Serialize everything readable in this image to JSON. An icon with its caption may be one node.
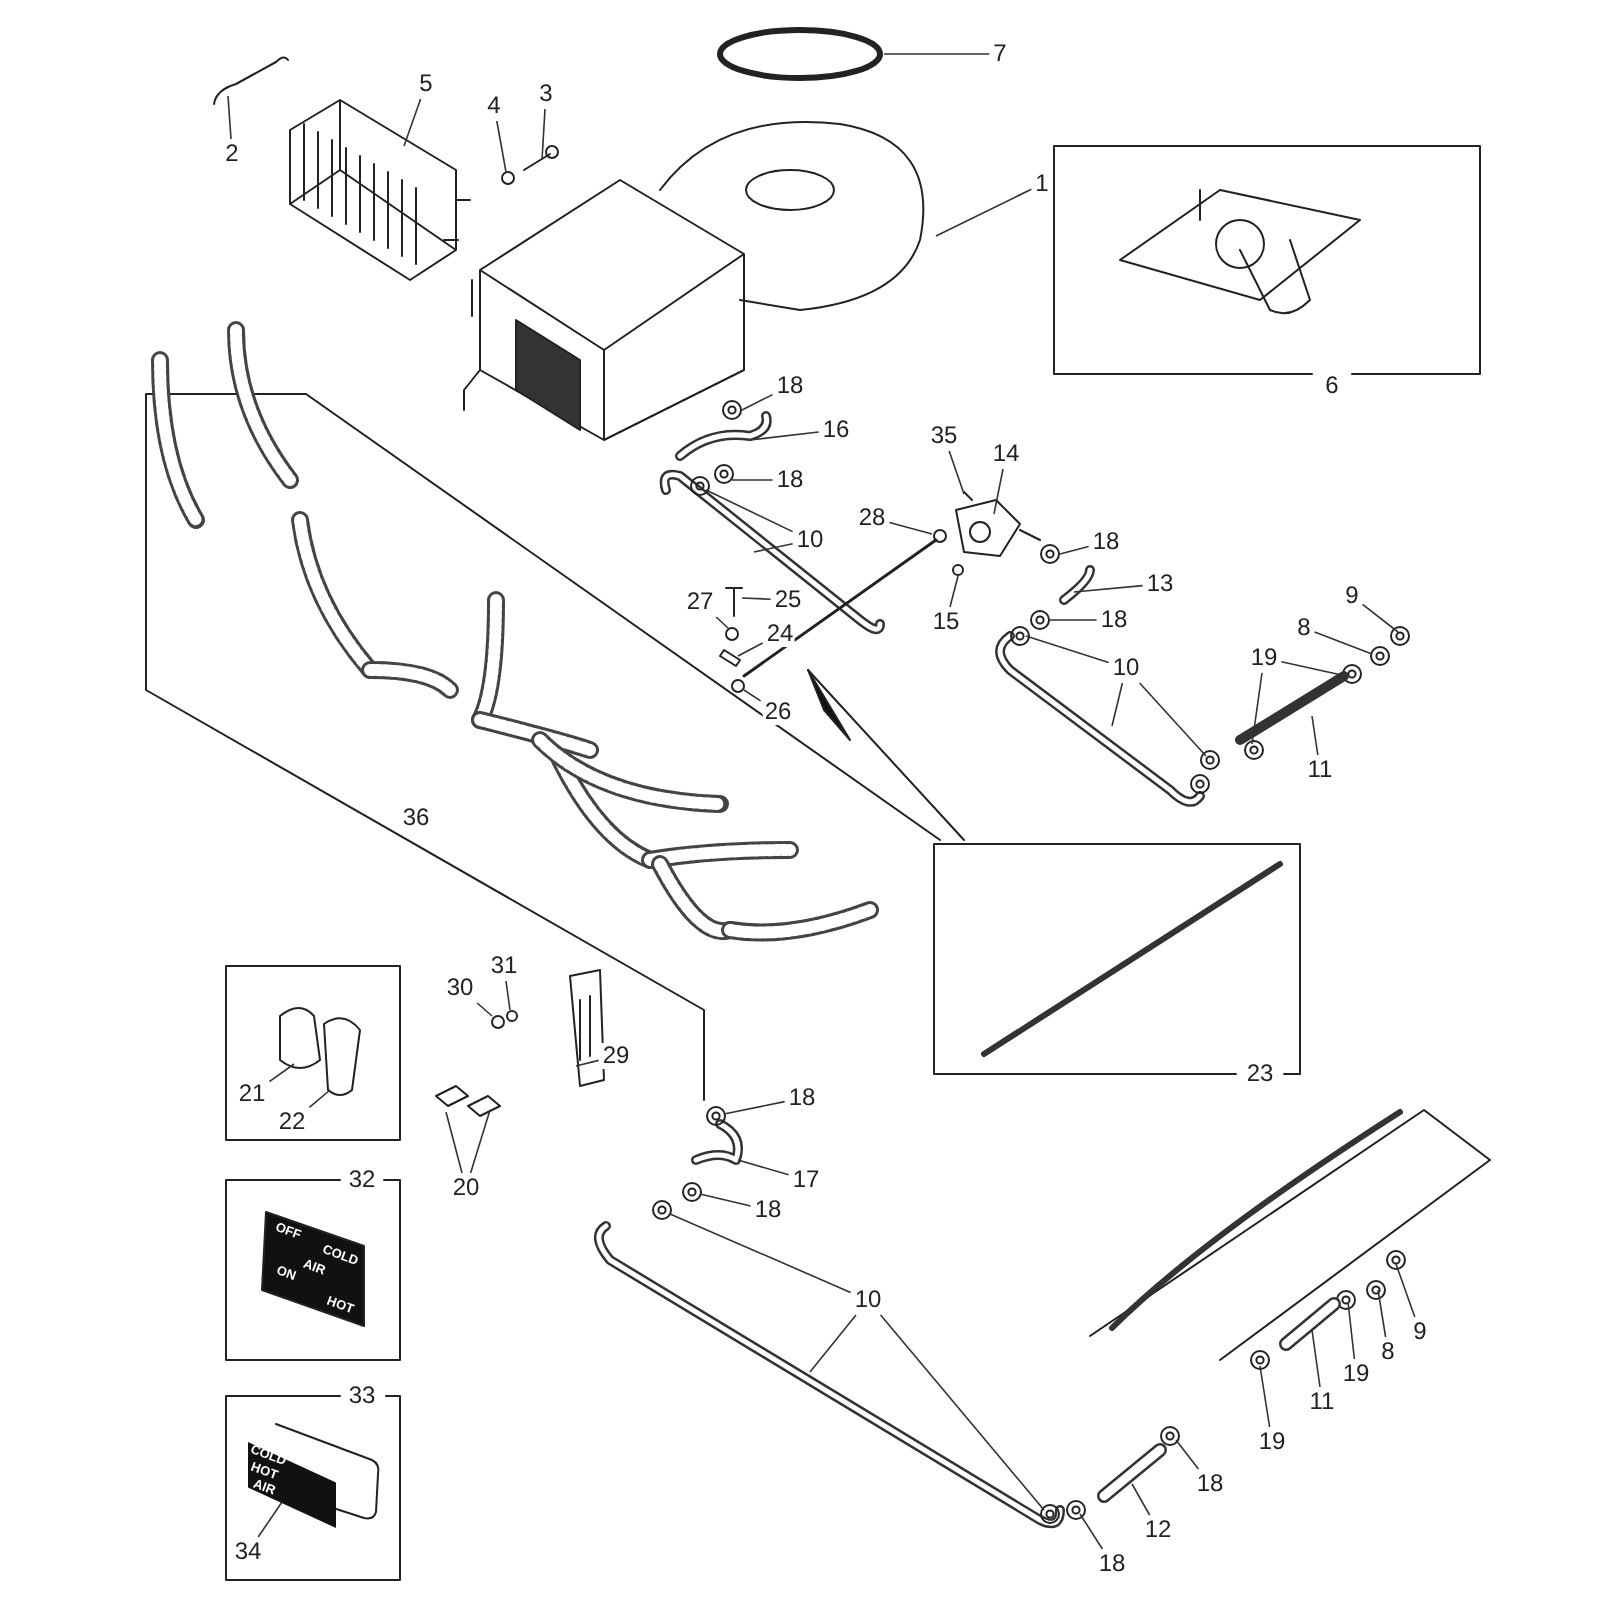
{
  "diagram": {
    "nodes": [
      {
        "text": [
          "1"
        ]
      },
      {
        "text": [
          "7"
        ]
      },
      {
        "text": [
          "5"
        ]
      },
      {
        "text": [
          "4"
        ]
      },
      {
        "text": [
          "3"
        ]
      },
      {
        "text": [
          "2"
        ]
      },
      {
        "text": [
          "6"
        ]
      },
      {
        "text": [
          "18"
        ]
      },
      {
        "text": [
          "16"
        ]
      },
      {
        "text": [
          "18"
        ]
      },
      {
        "text": [
          "10"
        ]
      },
      {
        "text": [
          "35"
        ]
      },
      {
        "text": [
          "14"
        ]
      },
      {
        "text": [
          "28"
        ]
      },
      {
        "text": [
          "18"
        ]
      },
      {
        "text": [
          "25"
        ]
      },
      {
        "text": [
          "27"
        ]
      },
      {
        "text": [
          "24"
        ]
      },
      {
        "text": [
          "15"
        ]
      },
      {
        "text": [
          "13"
        ]
      },
      {
        "text": [
          "18"
        ]
      },
      {
        "text": [
          "26"
        ]
      },
      {
        "text": [
          "9"
        ]
      },
      {
        "text": [
          "8"
        ]
      },
      {
        "text": [
          "19"
        ]
      },
      {
        "text": [
          "10"
        ]
      },
      {
        "text": [
          "11"
        ]
      },
      {
        "text": [
          "36"
        ]
      },
      {
        "text": [
          "23"
        ]
      },
      {
        "text": [
          "31"
        ]
      },
      {
        "text": [
          "30"
        ]
      },
      {
        "text": [
          "29"
        ]
      },
      {
        "text": [
          "21"
        ]
      },
      {
        "text": [
          "22"
        ]
      },
      {
        "text": [
          "20"
        ]
      },
      {
        "text": [
          "32"
        ]
      },
      {
        "text": [
          "33"
        ]
      },
      {
        "text": [
          "34"
        ]
      },
      {
        "text": [
          "18"
        ]
      },
      {
        "text": [
          "17"
        ]
      },
      {
        "text": [
          "18"
        ]
      },
      {
        "text": [
          "10"
        ]
      },
      {
        "text": [
          "18"
        ]
      },
      {
        "text": [
          "12"
        ]
      },
      {
        "text": [
          "18"
        ]
      },
      {
        "text": [
          "19"
        ]
      },
      {
        "text": [
          "11"
        ]
      },
      {
        "text": [
          "19"
        ]
      },
      {
        "text": [
          "8"
        ]
      },
      {
        "text": [
          "9"
        ]
      },
      {
        "text": [],
        "shape": "box"
      }
    ],
    "edges": [
      {
        "from": 0,
        "to": null,
        "arrow": "none"
      },
      {
        "from": 1,
        "to": null,
        "arrow": "none"
      },
      {
        "from": 2,
        "to": null,
        "arrow": "none"
      },
      {
        "from": 3,
        "to": null,
        "arrow": "none"
      },
      {
        "from": 4,
        "to": null,
        "arrow": "none"
      },
      {
        "from": 5,
        "to": null,
        "arrow": "none"
      },
      {
        "from": 7,
        "to": null,
        "arrow": "none"
      },
      {
        "from": 8,
        "to": null,
        "arrow": "none"
      },
      {
        "from": 9,
        "to": null,
        "arrow": "none"
      },
      {
        "from": 10,
        "to": null,
        "arrow": "none"
      },
      {
        "from": 10,
        "to": null,
        "arrow": "none"
      },
      {
        "from": 11,
        "to": null,
        "arrow": "none"
      },
      {
        "from": 12,
        "to": null,
        "arrow": "none"
      },
      {
        "from": 13,
        "to": null,
        "arrow": "none"
      },
      {
        "from": 14,
        "to": null,
        "arrow": "none"
      },
      {
        "from": 15,
        "to": null,
        "arrow": "none"
      },
      {
        "from": 16,
        "to": null,
        "arrow": "none"
      },
      {
        "from": 17,
        "to": null,
        "arrow": "none"
      },
      {
        "from": 18,
        "to": null,
        "arrow": "none"
      },
      {
        "from": 19,
        "to": null,
        "arrow": "none"
      },
      {
        "from": 20,
        "to": null,
        "arrow": "none"
      },
      {
        "from": 21,
        "to": null,
        "arrow": "none"
      },
      {
        "from": 22,
        "to": null,
        "arrow": "none"
      },
      {
        "from": 23,
        "to": null,
        "arrow": "none"
      },
      {
        "from": 24,
        "to": null,
        "arrow": "none"
      },
      {
        "from": 24,
        "to": null,
        "arrow": "none"
      },
      {
        "from": 25,
        "to": null,
        "arrow": "none"
      },
      {
        "from": 25,
        "to": null,
        "arrow": "none"
      },
      {
        "from": 25,
        "to": null,
        "arrow": "none"
      },
      {
        "from": 26,
        "to": null,
        "arrow": "none"
      },
      {
        "from": 29,
        "to": null,
        "arrow": "none"
      },
      {
        "from": 30,
        "to": null,
        "arrow": "none"
      },
      {
        "from": 31,
        "to": null,
        "arrow": "none"
      },
      {
        "from": 32,
        "to": null,
        "arrow": "none"
      },
      {
        "from": 33,
        "to": null,
        "arrow": "none"
      },
      {
        "from": 34,
        "to": null,
        "arrow": "none"
      },
      {
        "from": 34,
        "to": null,
        "arrow": "none"
      },
      {
        "from": 37,
        "to": 50,
        "arrow": "none"
      },
      {
        "from": 38,
        "to": null,
        "arrow": "none"
      },
      {
        "from": 39,
        "to": null,
        "arrow": "none"
      },
      {
        "from": 40,
        "to": null,
        "arrow": "none"
      },
      {
        "from": 41,
        "to": null,
        "arrow": "none"
      },
      {
        "from": 41,
        "to": null,
        "arrow": "none"
      },
      {
        "from": 41,
        "to": null,
        "arrow": "none"
      },
      {
        "from": 42,
        "to": null,
        "arrow": "none"
      },
      {
        "from": 43,
        "to": null,
        "arrow": "none"
      },
      {
        "from": 44,
        "to": null,
        "arrow": "none"
      },
      {
        "from": 45,
        "to": null,
        "arrow": "none"
      },
      {
        "from": 46,
        "to": null,
        "arrow": "none"
      },
      {
        "from": 47,
        "to": null,
        "arrow": "none"
      },
      {
        "from": 48,
        "to": null,
        "arrow": "none"
      },
      {
        "from": 49,
        "to": null,
        "arrow": "none"
      }
    ],
    "labels": [
      "OFF",
      "COLD",
      "AIR",
      "ON",
      "HOT",
      "COLD",
      "HOT",
      "AIR"
    ]
  }
}
